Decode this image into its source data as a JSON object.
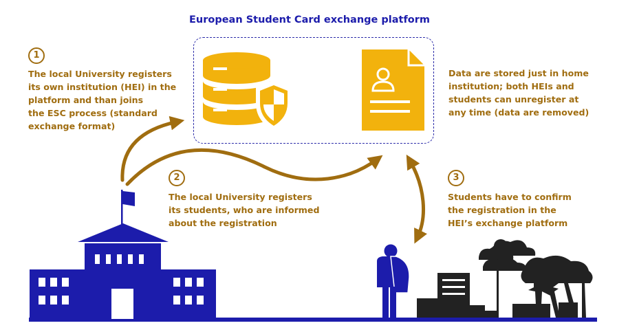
{
  "title": "European Student Card exchange platform",
  "colors": {
    "blue": "#1c1cab",
    "gold": "#a06d10",
    "yellow": "#f2b20d",
    "dark": "#222222"
  },
  "steps": [
    {
      "number": "1",
      "text": "The local University registers\nits own institution (HEI) in the\nplatform and than joins\nthe ESC process (standard\nexchange format)"
    },
    {
      "number": "2",
      "text": "The local University registers\nits students, who are informed\nabout the registration"
    },
    {
      "number": "3",
      "text": "Students have to confirm\nthe registration in the\nHEI’s exchange platform"
    }
  ],
  "note": "Data are stored just in home\ninstitution; both HEIs and\nstudents can unregister at\nany time (data are removed)",
  "icons": [
    "database-shield-icon",
    "document-user-icon",
    "university-building-icon",
    "student-icon",
    "city-skyline-icon"
  ]
}
